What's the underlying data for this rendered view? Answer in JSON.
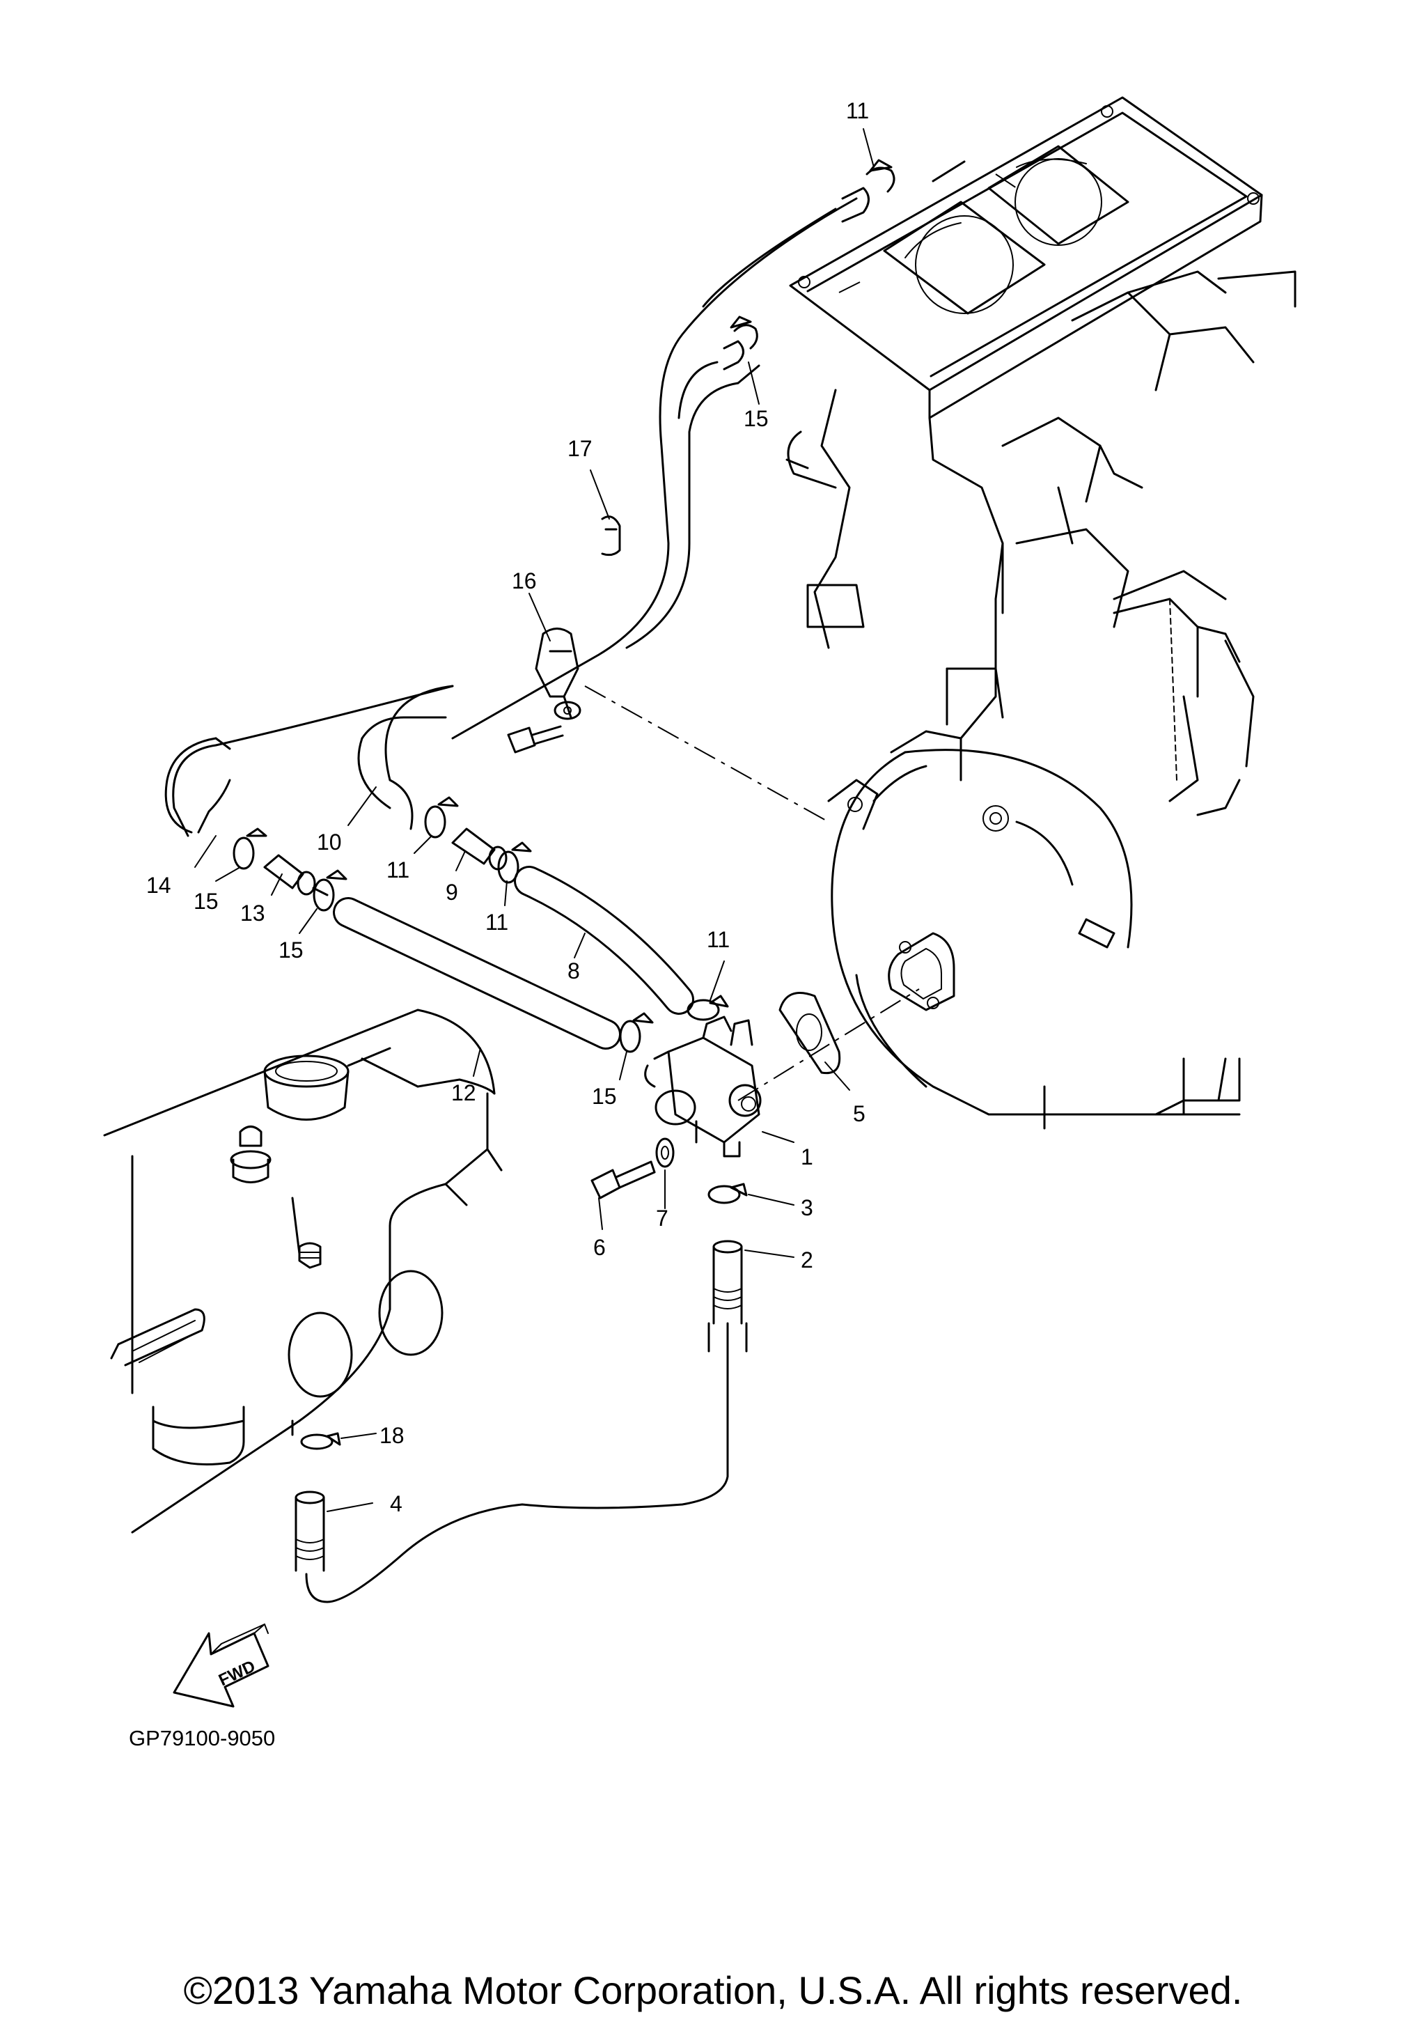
{
  "diagram": {
    "callouts": [
      {
        "part": "1",
        "label": "1"
      },
      {
        "part": "2",
        "label": "2"
      },
      {
        "part": "3",
        "label": "3"
      },
      {
        "part": "4",
        "label": "4"
      },
      {
        "part": "5",
        "label": "5"
      },
      {
        "part": "6",
        "label": "6"
      },
      {
        "part": "7",
        "label": "7"
      },
      {
        "part": "8",
        "label": "8"
      },
      {
        "part": "9",
        "label": "9"
      },
      {
        "part": "10",
        "label": "10"
      },
      {
        "part": "11a",
        "label": "11"
      },
      {
        "part": "11b",
        "label": "11"
      },
      {
        "part": "11c",
        "label": "11"
      },
      {
        "part": "11d",
        "label": "11"
      },
      {
        "part": "12",
        "label": "12"
      },
      {
        "part": "13",
        "label": "13"
      },
      {
        "part": "14",
        "label": "14"
      },
      {
        "part": "15a",
        "label": "15"
      },
      {
        "part": "15b",
        "label": "15"
      },
      {
        "part": "15c",
        "label": "15"
      },
      {
        "part": "15d",
        "label": "15"
      },
      {
        "part": "16",
        "label": "16"
      },
      {
        "part": "17",
        "label": "17"
      },
      {
        "part": "18",
        "label": "18"
      }
    ],
    "fwd_label": "FWD",
    "drawing_code": "GP79100-9050"
  },
  "footer": {
    "copyright": "©2013 Yamaha Motor Corporation, U.S.A. All rights reserved."
  }
}
